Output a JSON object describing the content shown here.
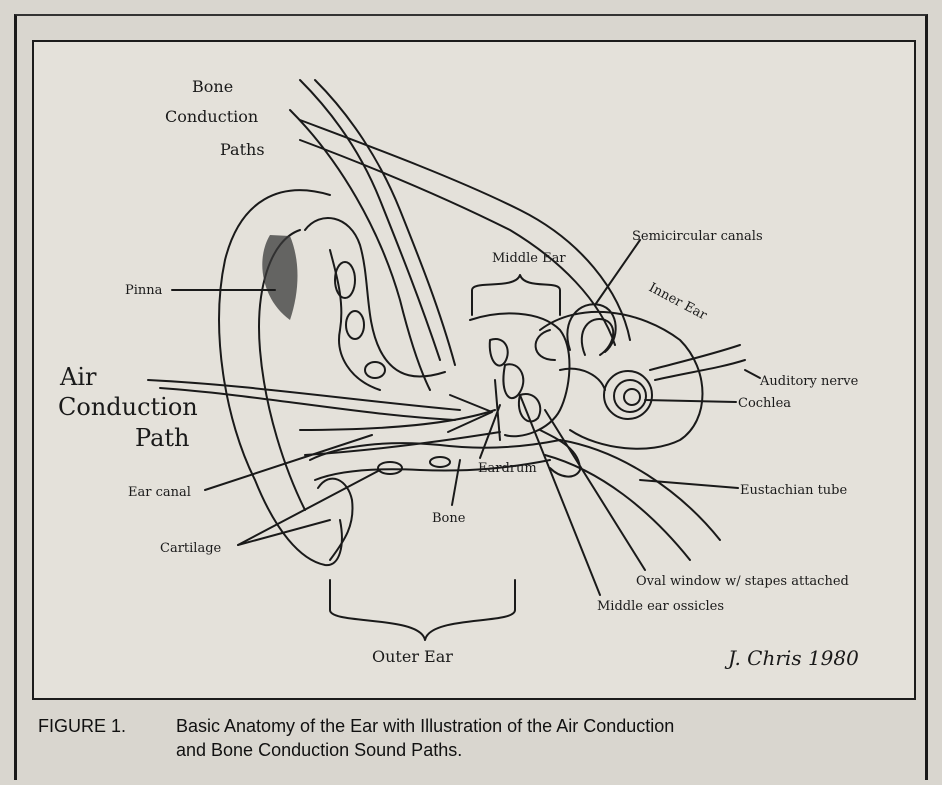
{
  "labels": {
    "bone_conduction_paths": [
      "Bone",
      "Conduction",
      "Paths"
    ],
    "air_conduction_path": [
      "Air",
      "Conduction",
      "Path"
    ],
    "pinna": "Pinna",
    "middle_ear": "Middle Ear",
    "inner_ear": "Inner Ear",
    "semicircular_canals": "Semicircular canals",
    "auditory_nerve": "Auditory nerve",
    "cochlea": "Cochlea",
    "eustachian_tube": "Eustachian tube",
    "ear_canal": "Ear canal",
    "eardrum": "Eardrum",
    "bone": "Bone",
    "cartilage": "Cartilage",
    "oval_window": "Oval window w/ stapes attached",
    "middle_ear_ossicles": "Middle ear ossicles",
    "outer_ear": "Outer Ear"
  },
  "signature": "J. Chris 1980",
  "caption": {
    "number": "FIGURE 1.",
    "line1": "Basic Anatomy of the Ear with Illustration of the Air Conduction",
    "line2": "and Bone Conduction Sound Paths."
  },
  "colors": {
    "ink": "#1a1a1a",
    "paper": "#e4e1da",
    "background": "#d9d6cf"
  }
}
